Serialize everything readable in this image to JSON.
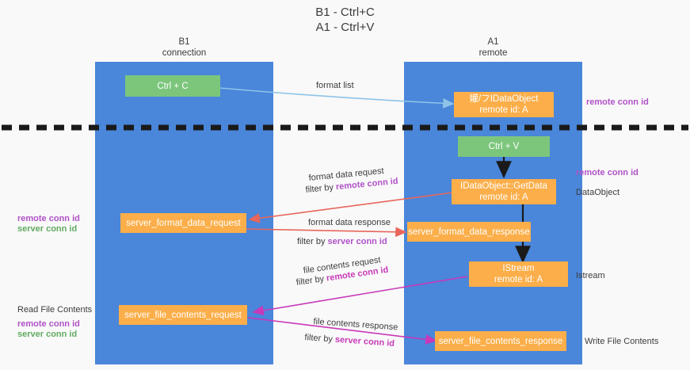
{
  "title": {
    "line1": "B1 - Ctrl+C",
    "line2": "A1 - Ctrl+V"
  },
  "lanes": [
    {
      "name": "B1",
      "role": "connection",
      "color": "#4a86da"
    },
    {
      "name": "A1",
      "role": "remote",
      "color": "#4a86da"
    }
  ],
  "colors": {
    "lane": "#4a86da",
    "green_node": "#7cc67c",
    "orange_node": "#fbae49",
    "remote_conn_id": "#b152c8",
    "server_conn_id": "#62ab62",
    "arrow_blue": "#8ec4e8",
    "arrow_red": "#e8665c",
    "arrow_magenta": "#c838b8",
    "arrow_black": "#1a1a1a",
    "divider": "#1a1a1a",
    "background": "#f9f9f9"
  },
  "nodes": {
    "ctrl_c": {
      "label": "Ctrl + C",
      "style": "green"
    },
    "idataobject_top": {
      "line1": "孉/フIDataObject",
      "line2": "remote id: A",
      "style": "orange"
    },
    "ctrl_v": {
      "label": "Ctrl + V",
      "style": "green"
    },
    "idataobject_getdata": {
      "line1": "IDataObject::GetData",
      "line2": "remote id: A",
      "style": "orange"
    },
    "server_format_data_request": {
      "label": "server_format_data_request",
      "style": "orange"
    },
    "server_format_data_response": {
      "label": "server_format_data_response",
      "style": "orange"
    },
    "istream": {
      "line1": "IStream",
      "line2": "remote id: A",
      "style": "orange"
    },
    "server_file_contents_request": {
      "label": "server_file_contents_request",
      "style": "orange"
    },
    "server_file_contents_response": {
      "label": "server_file_contents_response",
      "style": "orange"
    }
  },
  "edge_labels": {
    "format_list": "format list",
    "format_data_request": "format data request",
    "format_data_request_filter_prefix": "filter by ",
    "format_data_request_filter_key": "remote conn id",
    "format_data_response": "format data response",
    "format_data_response_filter_prefix": "filter by ",
    "format_data_response_filter_key": "server conn id",
    "file_contents_request": "file contents request",
    "file_contents_request_filter_prefix": "filter by ",
    "file_contents_request_filter_key": "remote conn id",
    "file_contents_response": "file contents response",
    "file_contents_response_filter_prefix": "filter by ",
    "file_contents_response_filter_key": "server conn id"
  },
  "right_annotations": {
    "remote_conn_id_top": "remote conn id",
    "remote_conn_id_mid": "remote conn id",
    "dataobject": "DataObject",
    "istream": "Istream",
    "write_file_contents": "Write File Contents"
  },
  "left_annotations": {
    "remote_conn_id_mid": "remote conn id",
    "server_conn_id_mid": "server conn id",
    "read_file_contents": "Read File Contents",
    "remote_conn_id_low": "remote conn id",
    "server_conn_id_low": "server conn id"
  }
}
